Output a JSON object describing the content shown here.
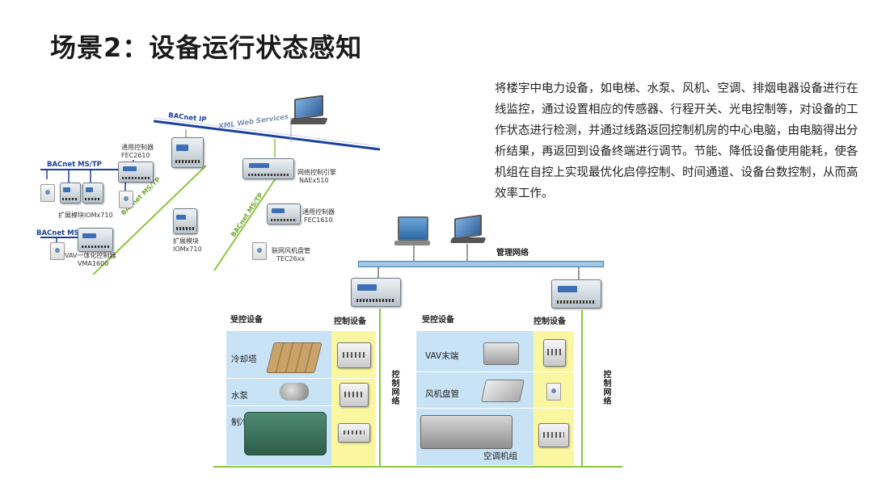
{
  "title": "场景2：设备运行状态感知",
  "description": "将楼宇中电力设备，如电梯、水泵、风机、空调、排烟电器设备进行在线监控，通过设置相应的传感器、行程开关、光电控制等，对设备的工作状态进行检测，并通过线路返回控制机房的中心电脑，由电脑得出分析结果，再返回到设备终端进行调节。节能、降低设备使用能耗，使各机组在自控上实现最优化启停控制、时间通道、设备台数控制，从而高效率工作。",
  "left_diagram": {
    "bacnet_ip": "BACnet IP",
    "xml_web_services": "XML Web Services",
    "bacnet_mstp_1": "BACnet MS/TP",
    "bacnet_mstp_2": "BACnet MS/TP",
    "bacnet_mstp_green_1": "BACnet MS/TP",
    "bacnet_mstp_green_2": "BACnet MS/TP",
    "fec2610": {
      "name": "通用控制器",
      "model": "FEC2610"
    },
    "nae510": {
      "name": "网络控制引擎",
      "model": "NAEx510"
    },
    "iom_ext_left": "扩展模块IOMx710",
    "iom710": {
      "name": "扩展模块",
      "model": "IOMx710"
    },
    "fec1610": {
      "name": "通用控制器",
      "model": "FEC1610"
    },
    "vma1600": {
      "name": "VAV一体化控制器",
      "model": "VMA1600"
    },
    "tec26": {
      "name": "联网风机盘管",
      "model": "TEC26xx"
    }
  },
  "right_diagram": {
    "management_network": "管理网络",
    "control_network": "控制网络",
    "left_panel": {
      "controlled_header": "受控设备",
      "control_header": "控制设备",
      "rows": [
        "冷却塔",
        "水泵",
        "制冷机"
      ]
    },
    "right_panel": {
      "controlled_header": "受控设备",
      "control_header": "控制设备",
      "rows": [
        "VAV末端",
        "风机盘管",
        "空调机组"
      ]
    }
  },
  "colors": {
    "bus_blue": "#1b3f9e",
    "network_green": "#8cc63f",
    "panel_blue": "#c8e2f6",
    "panel_yellow": "#fbf7a1",
    "mgmt_bar": "#9fc7e6"
  }
}
